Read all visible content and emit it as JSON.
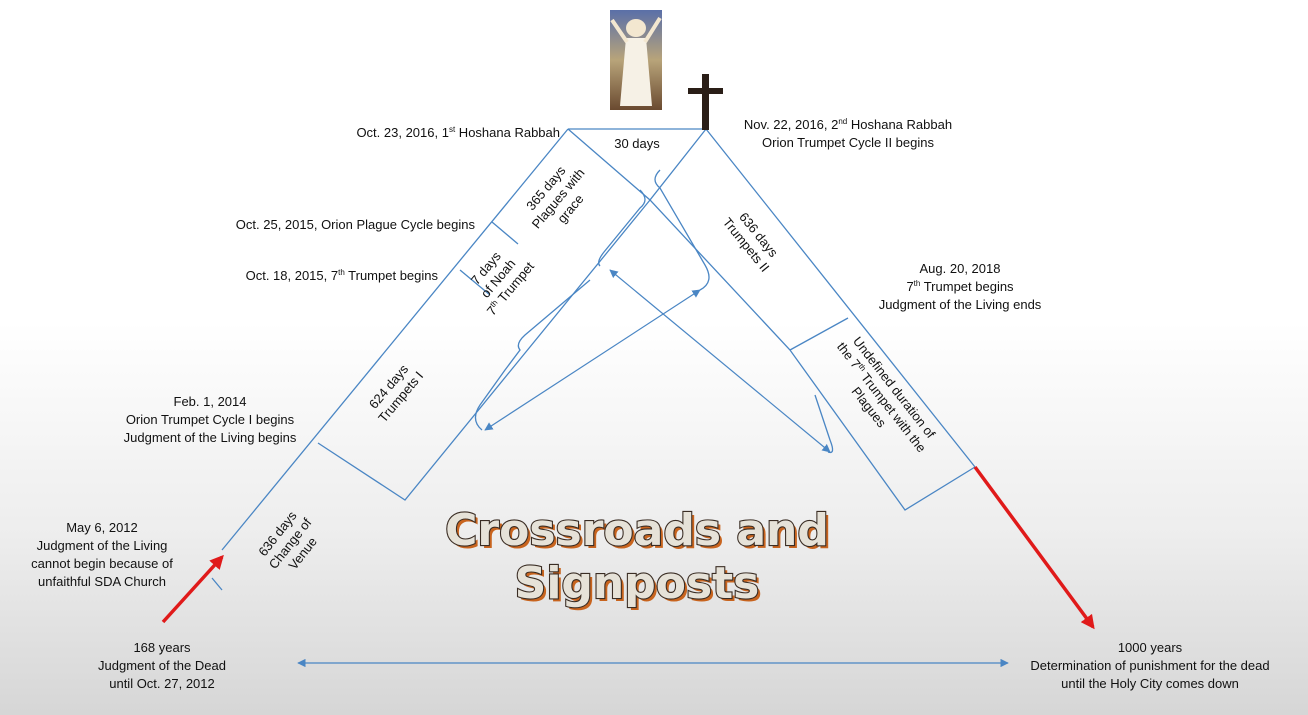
{
  "title_line1": "Crossroads and",
  "title_line2": "Signposts",
  "labels": {
    "hoshana1": "Oct. 23, 2016, 1",
    "hoshana1_sup": "st",
    "hoshana1_tail": " Hoshana Rabbah",
    "hoshana2": "Nov. 22, 2016, 2",
    "hoshana2_sup": "nd",
    "hoshana2_tail": " Hoshana Rabbah",
    "orion2_begins": "Orion Trumpet Cycle II begins",
    "days30": "30 days",
    "plague_cycle": "Oct. 25, 2015, Orion Plague Cycle begins",
    "trumpet7_2015": "Oct. 18, 2015, 7",
    "trumpet7_2015_sup": "th",
    "trumpet7_2015_tail": " Trumpet begins",
    "days365": "365 days",
    "plagues_with": "Plagues with",
    "grace": "grace",
    "days7": "7 days",
    "of_noah": "of Noah",
    "trumpet7_noah": "7",
    "trumpet7_noah_sup": "th",
    "trumpet7_noah_tail": " Trumpet",
    "days636_t2": "636 days",
    "trumpets2": "Trumpets II",
    "aug2018": "Aug. 20, 2018",
    "trumpet7_2018": "7",
    "trumpet7_2018_sup": "th",
    "trumpet7_2018_tail": " Trumpet begins",
    "judgment_ends": "Judgment of the Living ends",
    "feb2014": "Feb. 1, 2014",
    "orion1_begins": "Orion Trumpet Cycle I begins",
    "judgment_begins": "Judgment of the Living begins",
    "days624": "624 days",
    "trumpets1": "Trumpets I",
    "undefined1": "Undefined duration of",
    "undefined2": "the 7",
    "undefined2_sup": "th",
    "undefined2_tail": " Trumpet with the",
    "undefined3": "Plagues",
    "may2012": "May 6, 2012",
    "may2012_b": "Judgment of the Living",
    "may2012_c": "cannot begin because of",
    "may2012_d": "unfaithful SDA Church",
    "days636_cv": "636 days",
    "change_of": "Change of",
    "venue": "Venue",
    "years168": "168 years",
    "judgment_dead": "Judgment of the Dead",
    "until_2012": "until Oct. 27, 2012",
    "years1000": "1000 years",
    "determination": "Determination of punishment for the dead",
    "holy_city": "until the Holy City comes down"
  },
  "colors": {
    "diagram_line": "#4a86c4",
    "red_arrow": "#e01a1a",
    "cross": "#2a1e17",
    "title_fill": "#e6e2d8",
    "title_shadow": "#c8641e"
  },
  "icons": [
    "angel-image",
    "cross-icon"
  ]
}
